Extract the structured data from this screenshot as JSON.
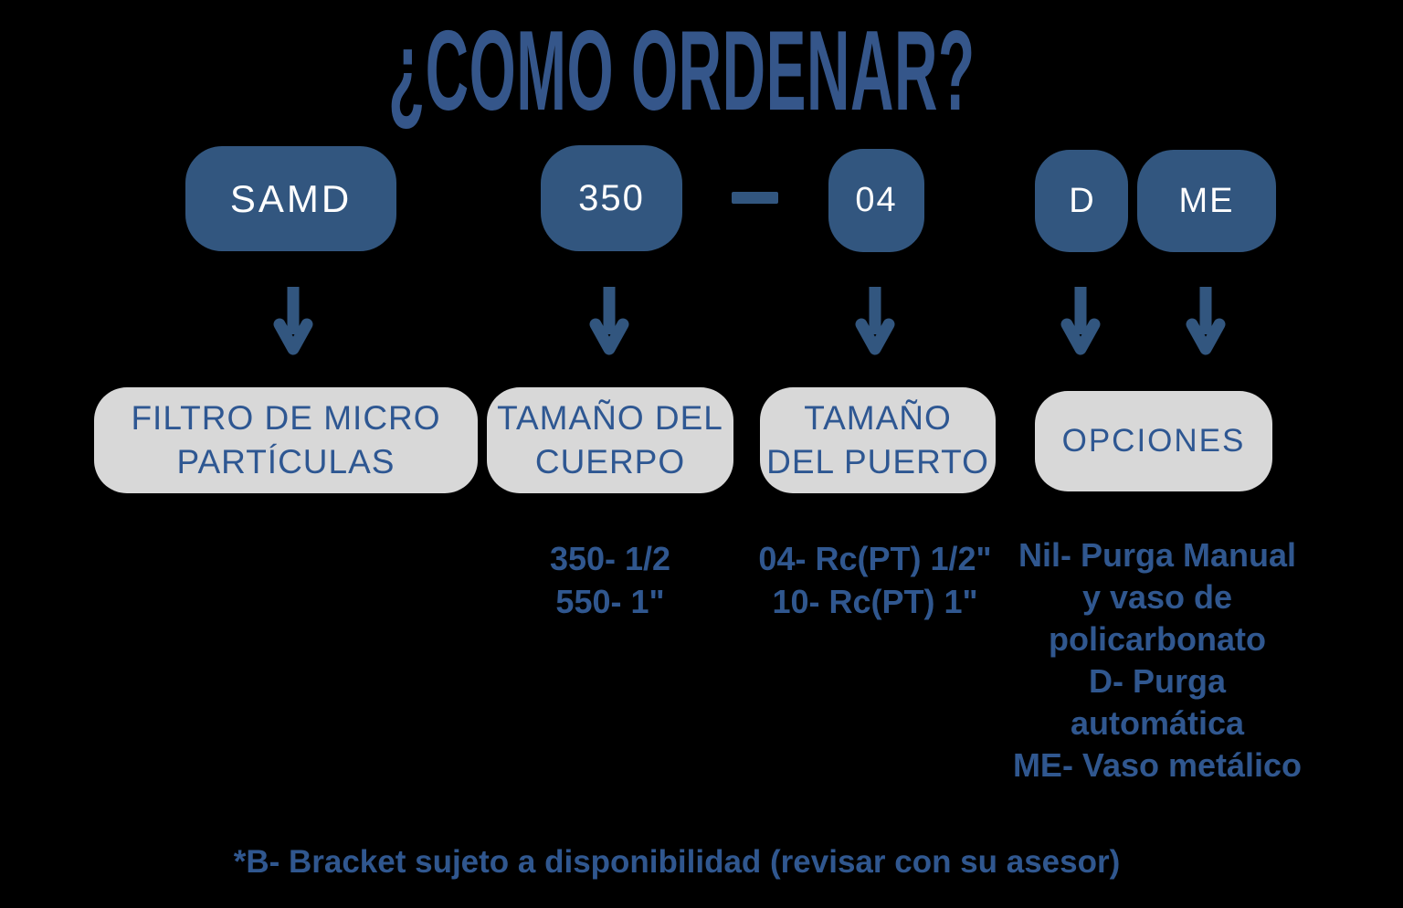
{
  "title": "¿COMO ORDENAR?",
  "code_pills": {
    "series": "SAMD",
    "body_size": "350",
    "port_size": "04",
    "option_d": "D",
    "option_me": "ME"
  },
  "categories": {
    "filter": {
      "line1": "FILTRO DE MICRO",
      "line2": "PARTÍCULAS"
    },
    "body": {
      "line1": "TAMAÑO DEL",
      "line2": "CUERPO"
    },
    "port": {
      "line1": "TAMAÑO",
      "line2": "DEL PUERTO"
    },
    "options": {
      "line1": "OPCIONES"
    }
  },
  "details": {
    "body_options": [
      "350- 1/2",
      "550- 1\""
    ],
    "port_options": [
      "04- Rc(PT) 1/2\"",
      "10- Rc(PT) 1\""
    ],
    "option_list": [
      "Nil- Purga Manual",
      "y vaso de",
      "policarbonato",
      "D- Purga",
      "automática",
      "ME- Vaso metálico"
    ]
  },
  "footnote": "*B- Bracket sujeto a disponibilidad (revisar con su asesor)",
  "colors": {
    "background": "#000000",
    "pill_blue": "#32567F",
    "title_blue": "#35568A",
    "detail_text_blue": "#30578F",
    "box_text_blue": "#2E5792",
    "box_gray": "#D8D8D8",
    "pill_text": "#FFFFFF"
  }
}
